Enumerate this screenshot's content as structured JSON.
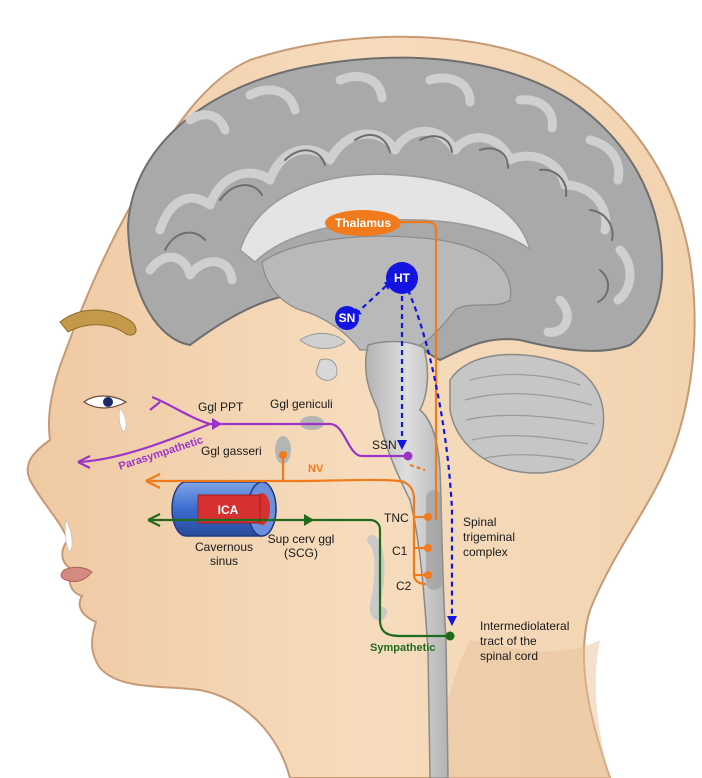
{
  "labels": {
    "thalamus": "Thalamus",
    "ht": "HT",
    "sn": "SN",
    "ggl_ppt": "Ggl PPT",
    "ggl_geniculi": "Ggl geniculi",
    "ggl_gasseri": "Ggl gasseri",
    "parasympathetic": "Parasympathetic",
    "ssn": "SSN",
    "nv": "NV",
    "ica": "ICA",
    "cavernous_sinus_1": "Cavernous",
    "cavernous_sinus_2": "sinus",
    "sup_cerv_ggl_1": "Sup cerv ggl",
    "sup_cerv_ggl_2": "(SCG)",
    "tnc": "TNC",
    "c1": "C1",
    "c2": "C2",
    "spinal_trigeminal_1": "Spinal",
    "spinal_trigeminal_2": "trigeminal",
    "spinal_trigeminal_3": "complex",
    "intermediolateral_1": "Intermediolateral",
    "intermediolateral_2": "tract of the",
    "intermediolateral_3": "spinal cord",
    "sympathetic": "Sympathetic"
  },
  "colors": {
    "skin": "#f3d2ad",
    "skin_edge": "#c79a76",
    "brain": "#a7a7a7",
    "brain_dark": "#7c7c7c",
    "cortex_light": "#c4c4c4",
    "orange": "#f07a1c",
    "purple": "#9a35c8",
    "green": "#1e6b1e",
    "blue": "#1414e0"
  }
}
